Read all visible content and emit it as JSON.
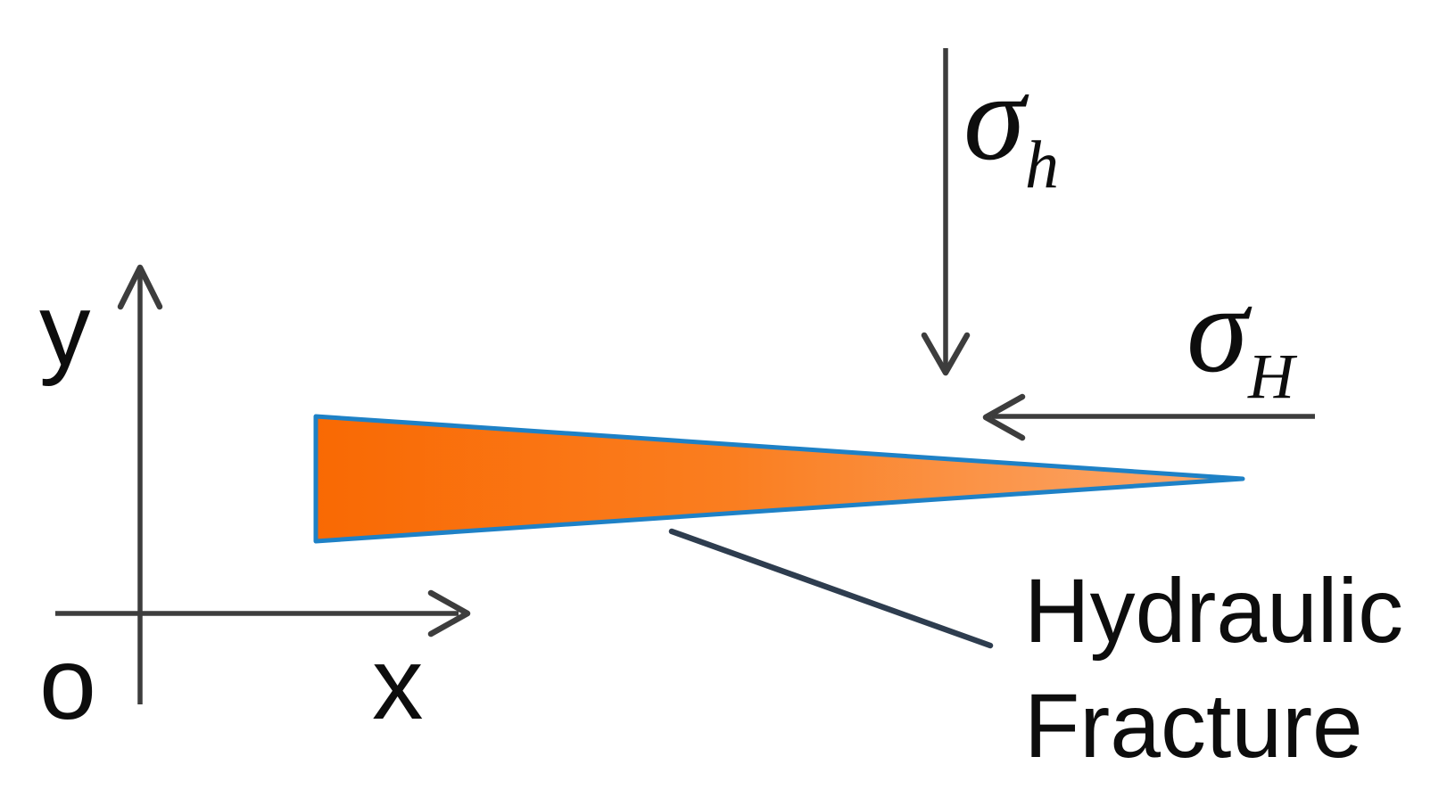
{
  "figure": {
    "axes": {
      "y_label": "y",
      "x_label": "x",
      "origin_label": "o",
      "line_color": "#3d3d3d"
    },
    "stress_arrows": {
      "color": "#3d3d3d",
      "sigma_h": {
        "symbol": "σ",
        "subscript": "h"
      },
      "sigma_H": {
        "symbol": "σ",
        "subscript": "H"
      }
    },
    "fracture": {
      "label": "Hydraulic\nFracture",
      "outline_color": "#1e81c6",
      "fill_left": "#f96903",
      "fill_mid": "#fa7e20",
      "fill_tip": "#fcab72",
      "leader_color": "#2e3d4f"
    }
  }
}
